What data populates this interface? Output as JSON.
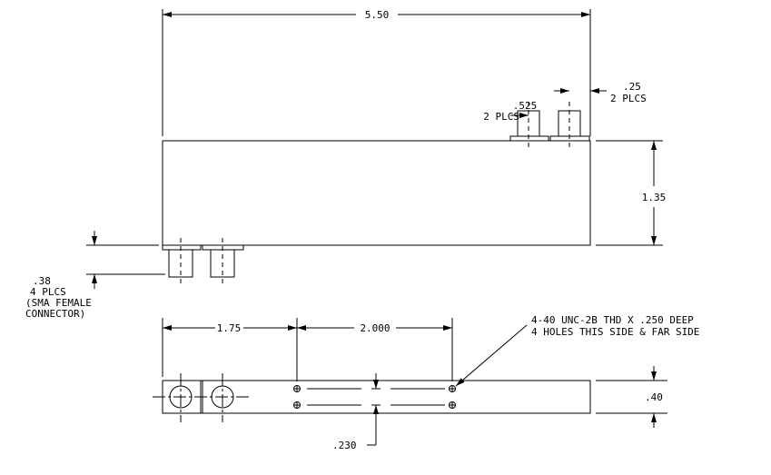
{
  "dimensions": {
    "overall_length": "5.50",
    "top_connector_spacing": ".525",
    "top_connector_spacing_qty": "2 PLCS",
    "top_connector_offset": ".25",
    "top_connector_offset_qty": "2 PLCS",
    "height": "1.35",
    "connector_protrusion": ".38",
    "connector_protrusion_qty": "4 PLCS",
    "connector_type_line1": "(SMA FEMALE",
    "connector_type_line2": "CONNECTOR)",
    "hole_offset": "1.75",
    "hole_spacing": "2.000",
    "hole_note_line1": "4-40 UNC-2B THD X .250 DEEP",
    "hole_note_line2": "4 HOLES THIS SIDE & FAR SIDE",
    "thickness": ".40",
    "hole_vertical_spacing": ".230"
  }
}
